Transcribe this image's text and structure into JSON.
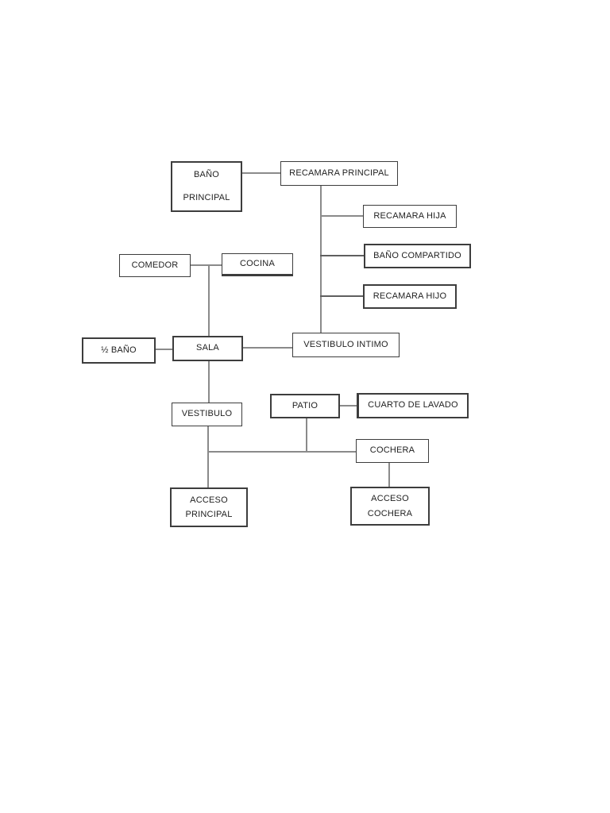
{
  "diagram": {
    "description": "Room adjacency diagram (floor plan bubble diagram)",
    "colors": {
      "background": "#ffffff",
      "node_border": "#3d3d3d",
      "node_fill": "#ffffff",
      "text": "#1f1f1f",
      "connector": "#8a8a8a",
      "connector_dark": "#5f5f5f"
    },
    "nodes": {
      "bano_principal": {
        "label": "BAÑO\nPRINCIPAL"
      },
      "recamara_principal": {
        "label": "RECAMARA PRINCIPAL"
      },
      "recamara_hija": {
        "label": "RECAMARA HIJA"
      },
      "bano_compartido": {
        "label": "BAÑO COMPARTIDO"
      },
      "recamara_hijo": {
        "label": "RECAMARA HIJO"
      },
      "comedor": {
        "label": "COMEDOR"
      },
      "cocina": {
        "label": "COCINA"
      },
      "medio_bano": {
        "label": "½ BAÑO"
      },
      "sala": {
        "label": "SALA"
      },
      "vestibulo_intimo": {
        "label": "VESTIBULO INTIMO"
      },
      "vestibulo": {
        "label": "VESTIBULO"
      },
      "patio": {
        "label": "PATIO"
      },
      "cuarto_de_lavado": {
        "label": "CUARTO DE LAVADO"
      },
      "cochera": {
        "label": "COCHERA"
      },
      "acceso_principal": {
        "label": "ACCESO\nPRINCIPAL"
      },
      "acceso_cochera": {
        "label": "ACCESO\nCOCHERA"
      }
    },
    "edges": [
      {
        "from": "bano_principal",
        "to": "recamara_principal"
      },
      {
        "from": "recamara_principal",
        "to": "vestibulo_intimo"
      },
      {
        "from": "vestibulo_intimo",
        "to": "recamara_hija"
      },
      {
        "from": "vestibulo_intimo",
        "to": "bano_compartido"
      },
      {
        "from": "vestibulo_intimo",
        "to": "recamara_hijo"
      },
      {
        "from": "comedor",
        "to": "cocina"
      },
      {
        "from": "comedor",
        "to": "sala"
      },
      {
        "from": "medio_bano",
        "to": "sala"
      },
      {
        "from": "sala",
        "to": "vestibulo_intimo"
      },
      {
        "from": "sala",
        "to": "vestibulo"
      },
      {
        "from": "vestibulo",
        "to": "acceso_principal"
      },
      {
        "from": "vestibulo",
        "to": "cochera"
      },
      {
        "from": "patio",
        "to": "cuarto_de_lavado"
      },
      {
        "from": "patio",
        "to": "cochera"
      },
      {
        "from": "cochera",
        "to": "acceso_cochera"
      }
    ]
  }
}
